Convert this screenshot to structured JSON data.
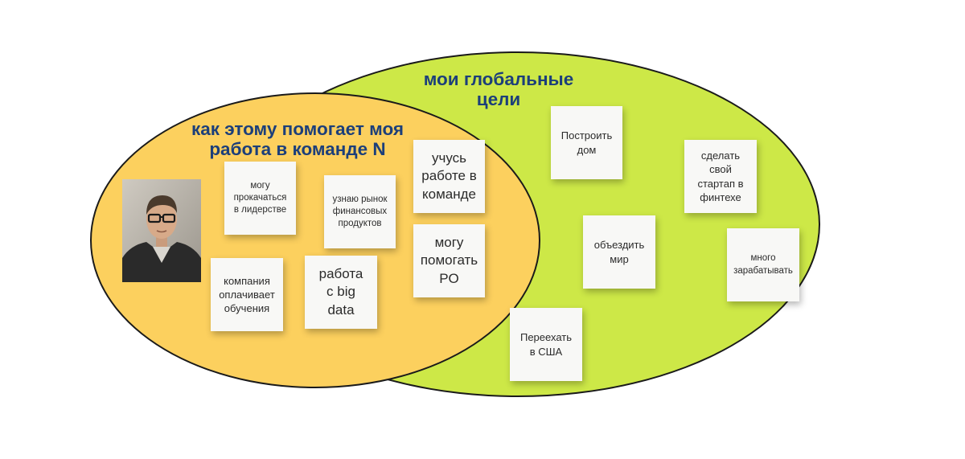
{
  "outer_group": {
    "title": "мои глобальные\nцели",
    "fill_color": "#cde847"
  },
  "inner_group": {
    "title": "как этому помогает моя\nработа в команде N",
    "fill_color": "#fcd05e"
  },
  "photo": {
    "kind": "portrait"
  },
  "inner_notes": {
    "leadership": "могу\nпрокачаться\nв лидерстве",
    "finance_market": "узнаю рынок\nфинансовых\nпродуктов",
    "teamwork": "учусь\nработе в\nкоманде",
    "help_po": "могу\nпомогать\nPO",
    "paid_training": "компания\nоплачивает\nобучения",
    "big_data": "работа\nс big\ndata"
  },
  "outer_notes": {
    "build_house": "Построить\nдом",
    "fintech_startup": "сделать\nсвой\nстартап в\nфинтехе",
    "travel_world": "объездить\nмир",
    "earn_more": "много\nзарабатывать",
    "move_usa": "Переехать\nв США"
  },
  "colors": {
    "title_text": "#1c3f7a",
    "note_bg": "#f8f8f6",
    "outline": "#1a1a1a"
  }
}
